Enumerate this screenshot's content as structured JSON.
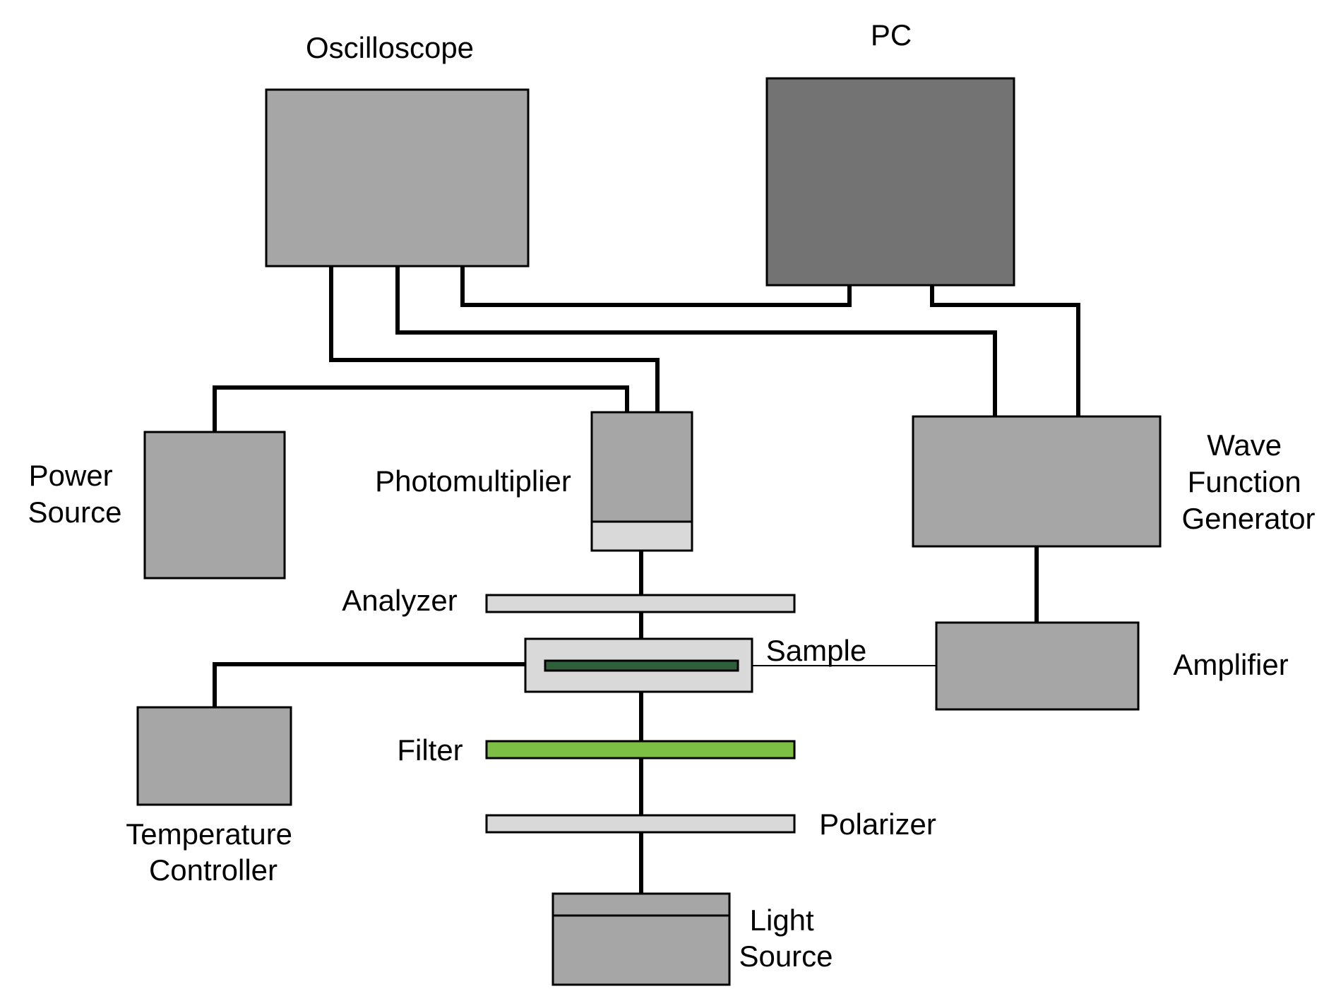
{
  "labels": {
    "oscilloscope": "Oscilloscope",
    "pc": "PC",
    "power_source": [
      "Power",
      "Source"
    ],
    "photomultiplier": "Photomultiplier",
    "wave_function_generator": [
      "Wave",
      "Function",
      "Generator"
    ],
    "analyzer": "Analyzer",
    "sample": "Sample",
    "amplifier": "Amplifier",
    "filter": "Filter",
    "temperature_controller": [
      "Temperature",
      "Controller"
    ],
    "polarizer": "Polarizer",
    "light_source": [
      "Light",
      "Source"
    ]
  },
  "colors": {
    "device_gray": "#a6a6a6",
    "pc_dark_gray": "#737373",
    "optic_light_gray": "#d9d9d9",
    "sample_holder_gray": "#d9d9d9",
    "sample_dark_green": "#2f5f3a",
    "filter_green": "#7dbf45",
    "wire": "#000000"
  }
}
